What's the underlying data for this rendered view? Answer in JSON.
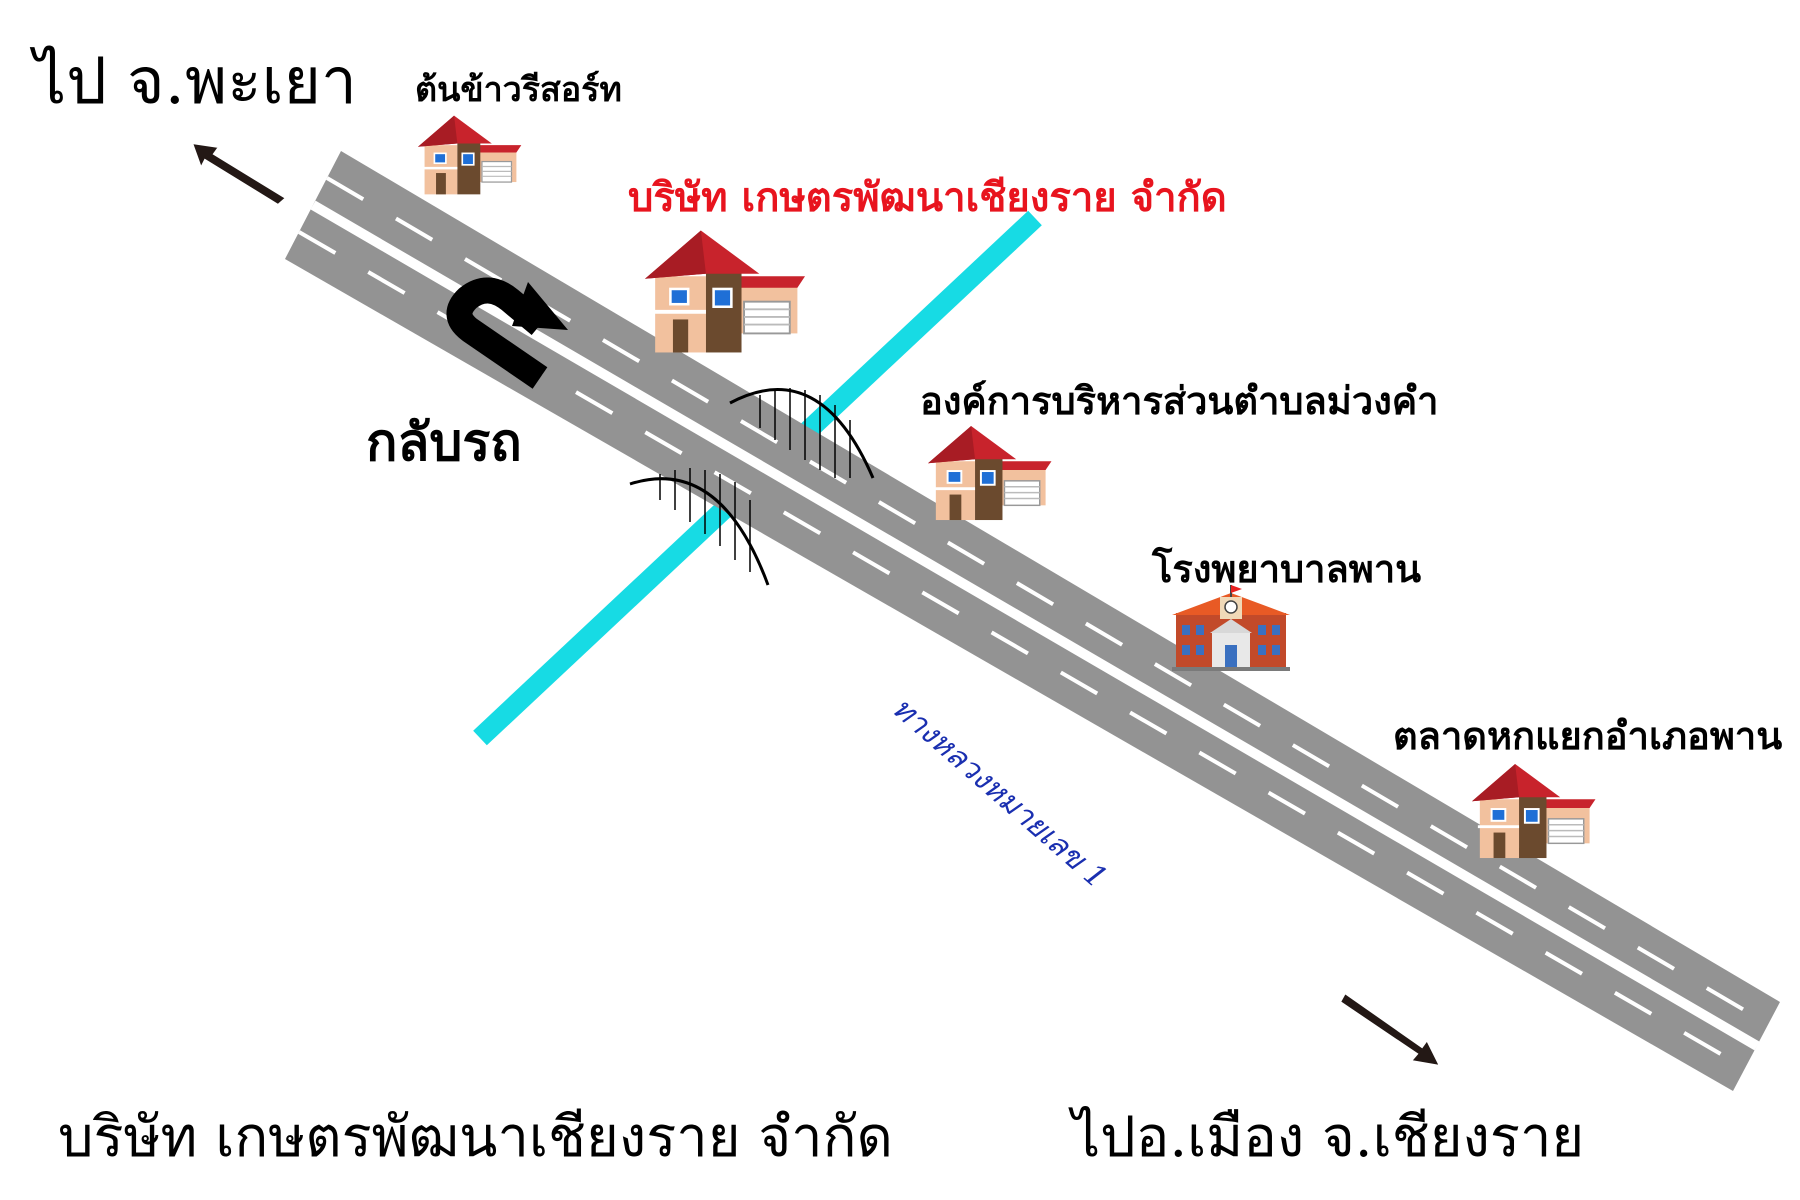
{
  "labels": {
    "to_phayao": "ไป จ.พะเยา",
    "to_chiangrai": "ไปอ.เมือง จ.เชียงราย",
    "footer_company": "บริษัท เกษตรพัฒนาเชียงราย จำกัด",
    "uturn": "กลับรถ",
    "road_name": "ทางหลวงหมายเลข 1"
  },
  "places": {
    "resort": "ต้นข้าวรีสอร์ท",
    "company": "บริษัท เกษตรพัฒนาเชียงราย จำกัด",
    "subdistrict_office": "องค์การบริหารส่วนตำบลม่วงคำ",
    "hospital": "โรงพยาบาลพาน",
    "market": "ตลาดหกแยกอำเภอพาน"
  },
  "colors": {
    "road": "#939393",
    "lane_marking": "#ffffff",
    "canal": "#17dbe4",
    "roof": "#c8232c",
    "wall": "#f2c19e",
    "wall_dark": "#6b4a2e",
    "arrow": "#231815",
    "company_text": "#e8141e",
    "road_text": "#1a2fb0"
  },
  "icons": {
    "house": "house-icon",
    "hospital": "hospital-building-icon",
    "uturn": "u-turn-arrow-icon",
    "direction": "direction-arrow-icon",
    "bridge": "bridge-icon"
  }
}
